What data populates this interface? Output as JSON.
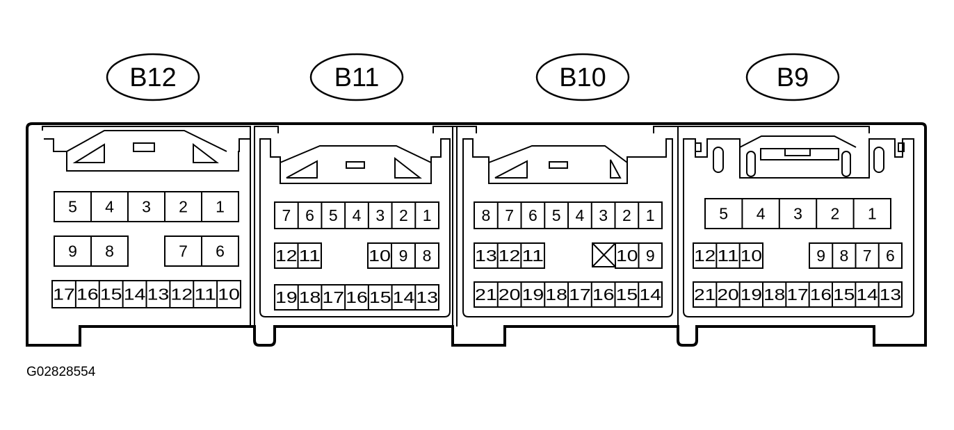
{
  "figure_id": "G02828554",
  "connectors": [
    {
      "label": "B12",
      "rows": [
        [
          "5",
          "4",
          "3",
          "2",
          "1"
        ],
        [
          "9",
          "8",
          "",
          "7",
          "6"
        ],
        [
          "17",
          "16",
          "15",
          "14",
          "13",
          "12",
          "11",
          "10"
        ]
      ]
    },
    {
      "label": "B11",
      "rows": [
        [
          "7",
          "6",
          "5",
          "4",
          "3",
          "2",
          "1"
        ],
        [
          "12",
          "11",
          "10",
          "9",
          "8"
        ],
        [
          "19",
          "18",
          "17",
          "16",
          "15",
          "14",
          "13"
        ]
      ]
    },
    {
      "label": "B10",
      "rows": [
        [
          "8",
          "7",
          "6",
          "5",
          "4",
          "3",
          "2",
          "1"
        ],
        [
          "13",
          "12",
          "11",
          "10",
          "9"
        ],
        [
          "21",
          "20",
          "19",
          "18",
          "17",
          "16",
          "15",
          "14"
        ]
      ]
    },
    {
      "label": "B9",
      "rows": [
        [
          "5",
          "4",
          "3",
          "2",
          "1"
        ],
        [
          "12",
          "11",
          "10",
          "9",
          "8",
          "7",
          "6"
        ],
        [
          "21",
          "20",
          "19",
          "18",
          "17",
          "16",
          "15",
          "14",
          "13"
        ]
      ]
    }
  ]
}
